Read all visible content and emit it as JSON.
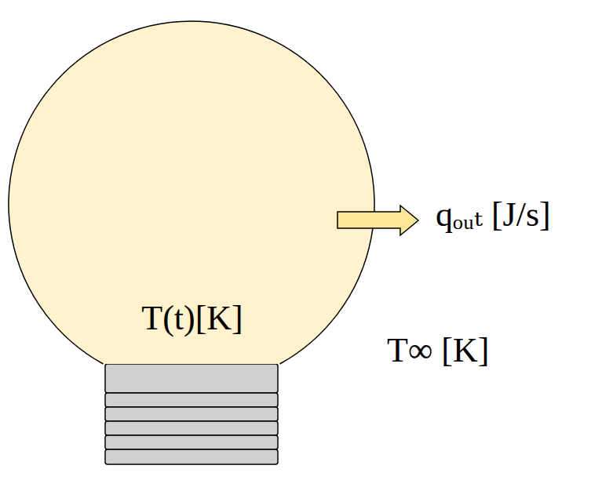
{
  "diagram": {
    "nodes": [
      {
        "text": [
          "T(t)[K]"
        ]
      }
    ],
    "labels": [
      "qₒᵤₜ [J/s]",
      "T∞ [K]"
    ]
  }
}
